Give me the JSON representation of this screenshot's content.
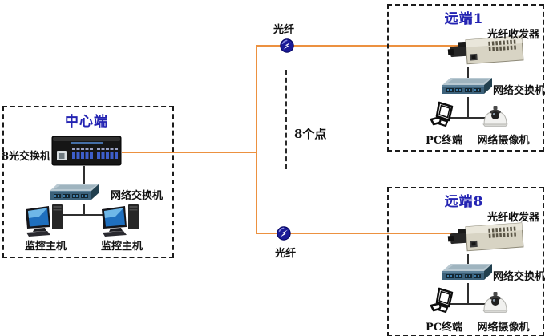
{
  "center": {
    "title": "中心端",
    "optical_switch_label": "8光交换机",
    "switch_label": "网络交换机",
    "hosts": [
      "监控主机",
      "监控主机"
    ]
  },
  "remotes": [
    {
      "title": "远端1",
      "transceiver_label": "光纤收发器",
      "switch_label": "网络交换机",
      "pc_label": "PC终端",
      "camera_label": "网络摄像机"
    },
    {
      "title": "远端8",
      "transceiver_label": "光纤收发器",
      "switch_label": "网络交换机",
      "pc_label": "PC终端",
      "camera_label": "网络摄像机"
    }
  ],
  "links": {
    "fiber_label_top": "光纤",
    "fiber_label_bottom": "光纤",
    "points_label": "8个点"
  },
  "colors": {
    "fiber_line": "#EC9140",
    "fiber_node_fill": "#1A1A96",
    "title_text": "#2323B2",
    "label_text": "#121212",
    "connector_line": "#2F2F2F"
  }
}
